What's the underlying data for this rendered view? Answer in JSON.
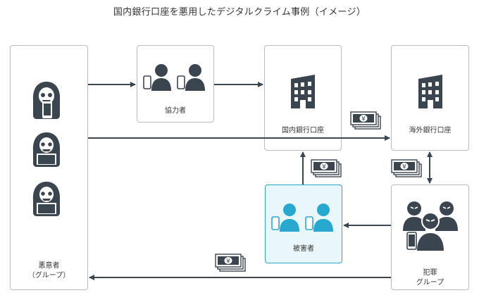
{
  "title": "国内銀行口座を悪用したデジタルクライム事例（イメージ）",
  "nodes": {
    "attackers": {
      "label_line1": "悪意者",
      "label_line2": "（グループ）"
    },
    "collaborators": {
      "label": "協力者"
    },
    "domestic_bank": {
      "label": "国内銀行口座"
    },
    "overseas_bank": {
      "label": "海外銀行口座"
    },
    "victims": {
      "label": "被害者"
    },
    "crime_group": {
      "label_line1": "犯罪",
      "label_line2": "グループ"
    }
  },
  "money_symbol": "¥",
  "colors": {
    "dark": "#3b4550",
    "border": "#b8bcc0",
    "highlight": "#29a8cf",
    "highlight_bg": "#e9f7fb"
  }
}
